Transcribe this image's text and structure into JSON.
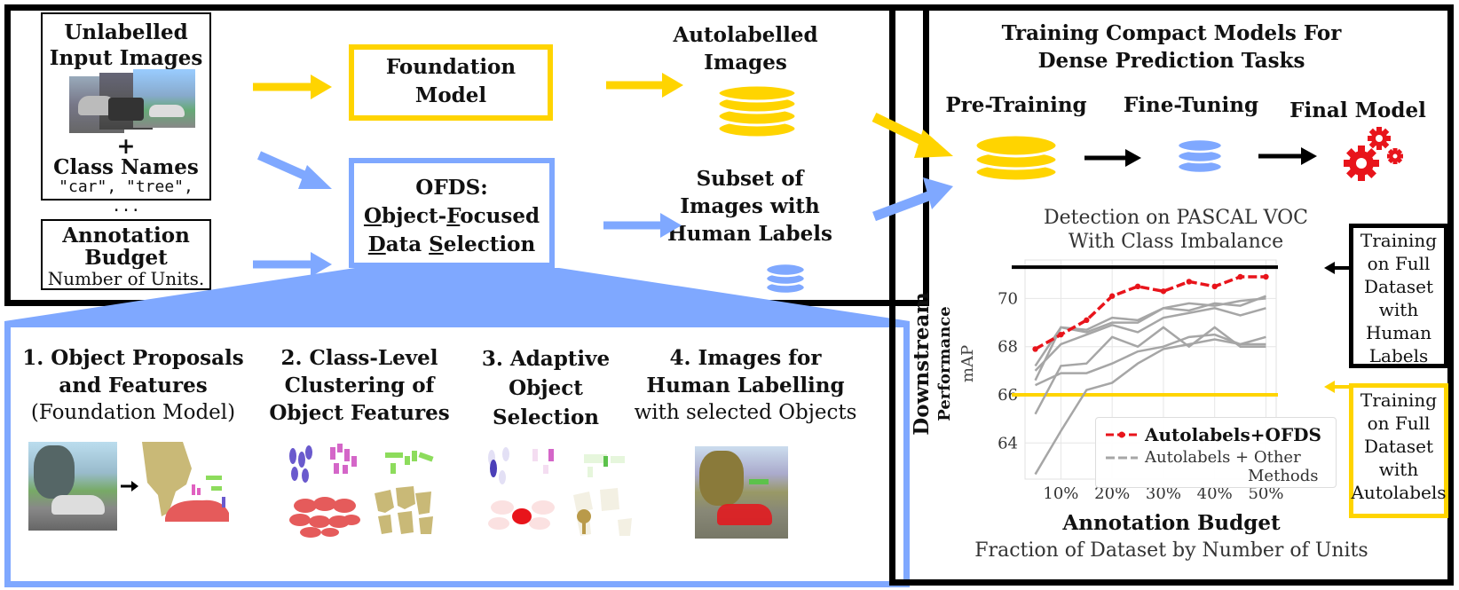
{
  "top_panel": {
    "input_title": "Unlabelled Input Images",
    "input_title_line1": "Unlabelled",
    "input_title_line2": "Input Images",
    "plus": "+",
    "class_names_label": "Class Names",
    "class_names_example": "\"car\", \"tree\", ...",
    "budget_title_line1": "Annotation",
    "budget_title_line2": "Budget",
    "budget_sub": "Number of Units.",
    "foundation_line1": "Foundation",
    "foundation_line2": "Model",
    "ofds_line1": "OFDS:",
    "ofds_line2_O": "O",
    "ofds_line2_a": "bject-",
    "ofds_line2_F": "F",
    "ofds_line2_b": "ocused",
    "ofds_line3_D": "D",
    "ofds_line3_a": "ata ",
    "ofds_line3_S": "S",
    "ofds_line3_b": "election",
    "autolabelled_line1": "Autolabelled",
    "autolabelled_line2": "Images",
    "subset_line1": "Subset of",
    "subset_line2": "Images with",
    "subset_line3": "Human Labels"
  },
  "right_panel": {
    "title_line1": "Training Compact Models For",
    "title_line2": "Dense Prediction Tasks",
    "pretraining": "Pre-Training",
    "finetuning": "Fine-Tuning",
    "final_model": "Final Model",
    "chart_title_line1": "Detection on PASCAL VOC",
    "chart_title_line2": "With Class Imbalance",
    "ylabel_bold": "Downstream",
    "ylabel_mid": "Performance",
    "ylabel_small": "mAP",
    "xlabel_bold": "Annotation Budget",
    "xlabel_sub": "Fraction of Dataset by Number of Units",
    "legend_ofds": "Autolabels+OFDS",
    "legend_other_line1": "Autolabels  + Other",
    "legend_other_line2": "Methods",
    "side_human": [
      "Training",
      "on Full",
      "Dataset",
      "with",
      "Human",
      "Labels"
    ],
    "side_auto": [
      "Training",
      "on Full",
      "Dataset",
      "with",
      "Autolabels"
    ]
  },
  "bottom_panel": {
    "step1_line1": "1. Object Proposals",
    "step1_line2": "and Features",
    "step1_line3": "(Foundation Model)",
    "step2_line1": "2. Class-Level",
    "step2_line2": "Clustering of",
    "step2_line3": "Object Features",
    "step3_line1": "3. Adaptive",
    "step3_line2": "Object",
    "step3_line3": "Selection",
    "step4_line1": "4. Images for",
    "step4_line2": "Human Labelling",
    "step4_line3": "with selected Objects"
  },
  "colors": {
    "yellow": "#FFD400",
    "blue": "#7FA8FF",
    "red": "#E8141B",
    "gray": "#A6A6A6",
    "black": "#000000"
  },
  "icons": [
    "arrow-right-icon",
    "stack-icon",
    "gear-icon"
  ],
  "chart_data": {
    "type": "line",
    "title": "Detection on PASCAL VOC With Class Imbalance",
    "xlabel": "Annotation Budget",
    "ylabel": "Downstream Performance mAP",
    "x_ticks": [
      "10%",
      "20%",
      "30%",
      "40%",
      "50%"
    ],
    "y_ticks": [
      64,
      66,
      68,
      70
    ],
    "xlim": [
      3,
      52
    ],
    "ylim": [
      62.5,
      71.6
    ],
    "reference_lines": [
      {
        "name": "Training on Full Dataset with Human Labels",
        "y": 71.3,
        "color": "#000000"
      },
      {
        "name": "Training on Full Dataset with Autolabels",
        "y": 66.0,
        "color": "#FFD400"
      }
    ],
    "series": [
      {
        "name": "Autolabels+OFDS",
        "color": "#E8141B",
        "x": [
          5,
          10,
          15,
          20,
          25,
          30,
          35,
          40,
          45,
          50
        ],
        "y": [
          67.9,
          68.5,
          69.1,
          70.1,
          70.5,
          70.3,
          70.7,
          70.5,
          70.9,
          70.9
        ]
      },
      {
        "name": "Autolabels + Other Methods",
        "color": "#A6A6A6",
        "x": [
          5,
          10,
          15,
          20,
          25,
          30,
          35,
          40,
          45,
          50
        ],
        "y": [
          67.2,
          68.8,
          68.6,
          69.0,
          69.0,
          69.6,
          69.5,
          69.8,
          69.7,
          70.1
        ]
      },
      {
        "name": "",
        "color": "#A6A6A6",
        "x": [
          5,
          10,
          15,
          20,
          25,
          30,
          35,
          40,
          45,
          50
        ],
        "y": [
          66.6,
          68.8,
          68.7,
          69.2,
          69.1,
          69.6,
          69.8,
          69.7,
          69.9,
          70.0
        ]
      },
      {
        "name": "",
        "color": "#A6A6A6",
        "x": [
          5,
          10,
          15,
          20,
          25,
          30,
          35,
          40,
          45,
          50
        ],
        "y": [
          67.0,
          68.1,
          68.5,
          68.9,
          68.6,
          69.2,
          69.4,
          69.6,
          69.3,
          69.6
        ]
      },
      {
        "name": "",
        "color": "#A6A6A6",
        "x": [
          5,
          10,
          15,
          20,
          25,
          30,
          35,
          40,
          45,
          50
        ],
        "y": [
          65.2,
          67.2,
          67.3,
          68.4,
          68.0,
          68.8,
          68.0,
          68.8,
          68.0,
          68.0
        ]
      },
      {
        "name": "",
        "color": "#A6A6A6",
        "x": [
          5,
          10,
          15,
          20,
          25,
          30,
          35,
          40,
          45,
          50
        ],
        "y": [
          62.7,
          64.5,
          66.2,
          66.5,
          67.3,
          67.9,
          68.1,
          68.3,
          68.1,
          68.1
        ]
      },
      {
        "name": "",
        "color": "#A6A6A6",
        "x": [
          5,
          10,
          15,
          20,
          25,
          30,
          35,
          40,
          45,
          50
        ],
        "y": [
          66.4,
          66.9,
          66.9,
          67.3,
          67.8,
          68.0,
          68.4,
          68.5,
          68.1,
          68.4
        ]
      }
    ]
  }
}
